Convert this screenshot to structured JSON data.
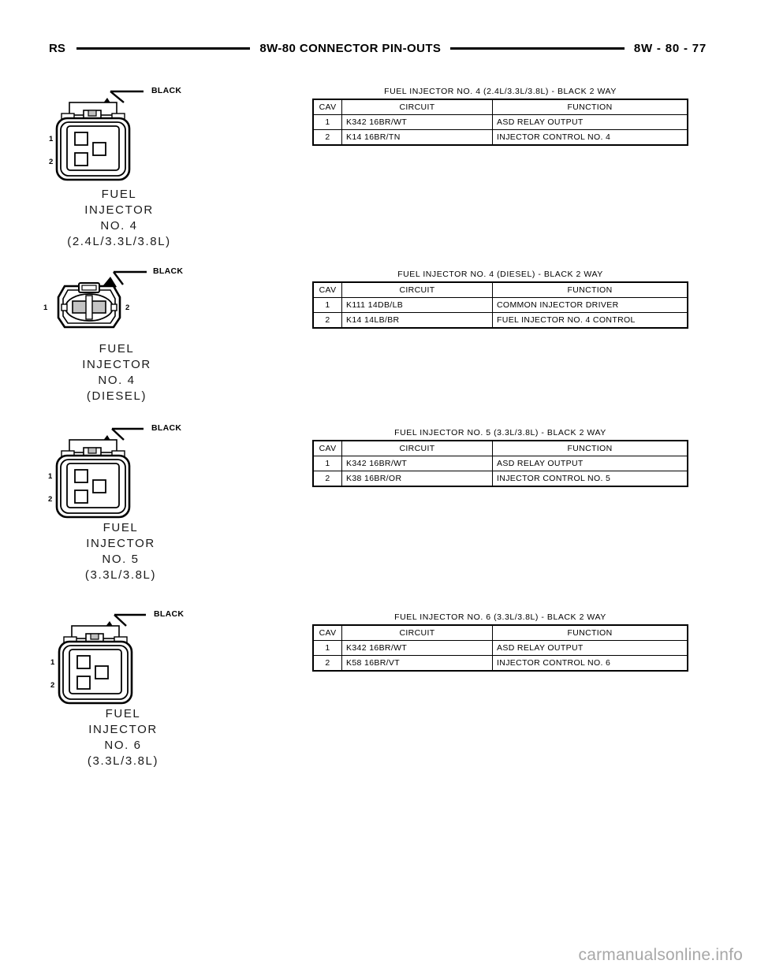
{
  "header": {
    "code": "RS",
    "title": "8W-80  CONNECTOR  PIN-OUTS",
    "page": "8W - 80 - 77"
  },
  "connectors": [
    {
      "color_label": "BLACK",
      "pin_labels": [
        "1",
        "2"
      ],
      "caption_lines": [
        "FUEL",
        "INJECTOR",
        "NO. 4",
        "(2.4L/3.3L/3.8L)"
      ],
      "style": "square"
    },
    {
      "color_label": "BLACK",
      "pin_labels": [
        "1",
        "2"
      ],
      "caption_lines": [
        "FUEL",
        "INJECTOR",
        "NO. 4",
        "(DIESEL)"
      ],
      "style": "diesel"
    },
    {
      "color_label": "BLACK",
      "pin_labels": [
        "1",
        "2"
      ],
      "caption_lines": [
        "FUEL",
        "INJECTOR",
        "NO. 5",
        "(3.3L/3.8L)"
      ],
      "style": "square"
    },
    {
      "color_label": "BLACK",
      "pin_labels": [
        "1",
        "2"
      ],
      "caption_lines": [
        "FUEL",
        "INJECTOR",
        "NO. 6",
        "(3.3L/3.8L)"
      ],
      "style": "square"
    }
  ],
  "tables": [
    {
      "title": "FUEL  INJECTOR  NO. 4  (2.4L/3.3L/3.8L)  -  BLACK  2  WAY",
      "columns": [
        "CAV",
        "CIRCUIT",
        "FUNCTION"
      ],
      "rows": [
        {
          "cav": "1",
          "circuit": "K342  16BR/WT",
          "function": "ASD  RELAY  OUTPUT"
        },
        {
          "cav": "2",
          "circuit": "K14  16BR/TN",
          "function": "INJECTOR  CONTROL  NO. 4"
        }
      ]
    },
    {
      "title": "FUEL  INJECTOR  NO. 4  (DIESEL)  -  BLACK  2  WAY",
      "columns": [
        "CAV",
        "CIRCUIT",
        "FUNCTION"
      ],
      "rows": [
        {
          "cav": "1",
          "circuit": "K111  14DB/LB",
          "function": "COMMON  INJECTOR  DRIVER"
        },
        {
          "cav": "2",
          "circuit": "K14  14LB/BR",
          "function": "FUEL  INJECTOR  NO. 4  CONTROL"
        }
      ]
    },
    {
      "title": "FUEL  INJECTOR  NO. 5  (3.3L/3.8L)  -  BLACK  2  WAY",
      "columns": [
        "CAV",
        "CIRCUIT",
        "FUNCTION"
      ],
      "rows": [
        {
          "cav": "1",
          "circuit": "K342  16BR/WT",
          "function": "ASD  RELAY  OUTPUT"
        },
        {
          "cav": "2",
          "circuit": "K38  16BR/OR",
          "function": "INJECTOR  CONTROL  NO. 5"
        }
      ]
    },
    {
      "title": "FUEL  INJECTOR  NO. 6  (3.3L/3.8L)  -  BLACK  2  WAY",
      "columns": [
        "CAV",
        "CIRCUIT",
        "FUNCTION"
      ],
      "rows": [
        {
          "cav": "1",
          "circuit": "K342  16BR/WT",
          "function": "ASD  RELAY  OUTPUT"
        },
        {
          "cav": "2",
          "circuit": "K58  16BR/VT",
          "function": "INJECTOR  CONTROL  NO. 6"
        }
      ]
    }
  ],
  "watermark": "carmanualsonline.info"
}
